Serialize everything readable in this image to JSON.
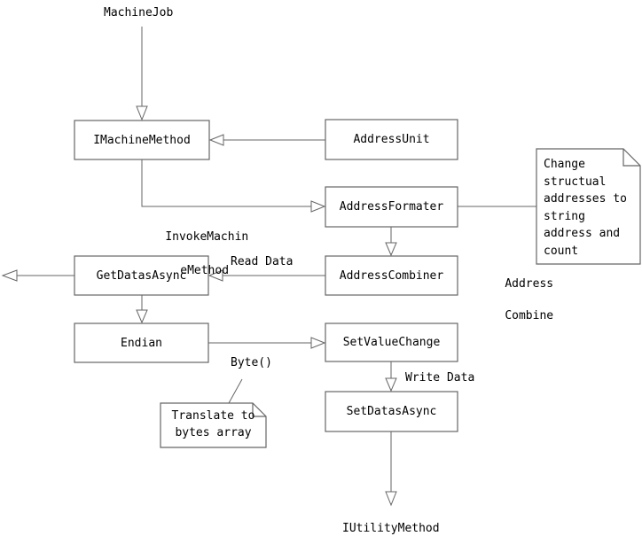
{
  "colors": {
    "background": "#ffffff",
    "line": "#666666",
    "node_fill": "#ffffff",
    "text": "#000000"
  },
  "titles": {
    "top": "MachineJob",
    "bottom": "IUtilityMethod"
  },
  "nodes": {
    "imachinemethod": "IMachineMethod",
    "addressunit": "AddressUnit",
    "addressformater": "AddressFormater",
    "addresscombiner": "AddressCombiner",
    "getdatasasync": "GetDatasAsync",
    "endian": "Endian",
    "setvaluechange": "SetValueChange",
    "setdatasasync": "SetDatasAsync"
  },
  "edge_labels": {
    "invoke": {
      "line1": "InvokeMachin",
      "line2": "eMethod"
    },
    "read_data": "Read Data",
    "address_combine": {
      "line1": "Address",
      "line2": "Combine"
    },
    "byte": "Byte()",
    "write_data": "Write Data"
  },
  "notes": {
    "change_addresses": {
      "lines": [
        "Change",
        "structual",
        "addresses to",
        "string",
        "address and",
        "count"
      ]
    },
    "translate_bytes": {
      "lines": [
        "Translate to",
        "bytes array"
      ]
    }
  }
}
